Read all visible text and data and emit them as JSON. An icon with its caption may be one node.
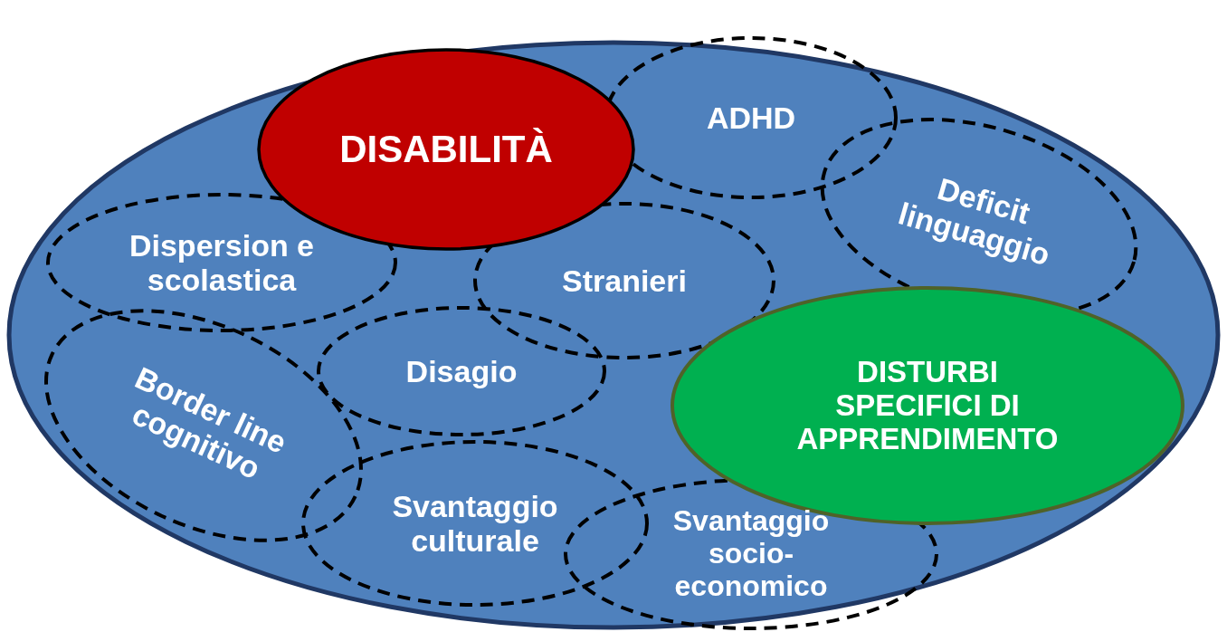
{
  "diagram": {
    "nodes": [
      {
        "text": [],
        "shape": "ellipse"
      },
      {
        "text": [
          "DISABILITÀ"
        ],
        "in": 0
      },
      {
        "text": [
          "ADHD"
        ],
        "in": 0
      },
      {
        "text": [
          "Deficit linguaggio"
        ],
        "in": 0
      },
      {
        "text": [
          "Dispersion e scolastica"
        ],
        "in": 0
      },
      {
        "text": [
          "Stranieri"
        ],
        "in": 0
      },
      {
        "text": [
          "Disagio"
        ],
        "in": 0
      },
      {
        "text": [
          "Border line cognitivo"
        ],
        "in": 0
      },
      {
        "text": [
          "DISTURBI SPECIFICI DI APPRENDIMENTO"
        ],
        "in": 0
      },
      {
        "text": [
          "Svantaggio culturale"
        ],
        "in": 0
      },
      {
        "text": [
          "Svantaggio socio-economico"
        ],
        "in": 0
      }
    ]
  }
}
